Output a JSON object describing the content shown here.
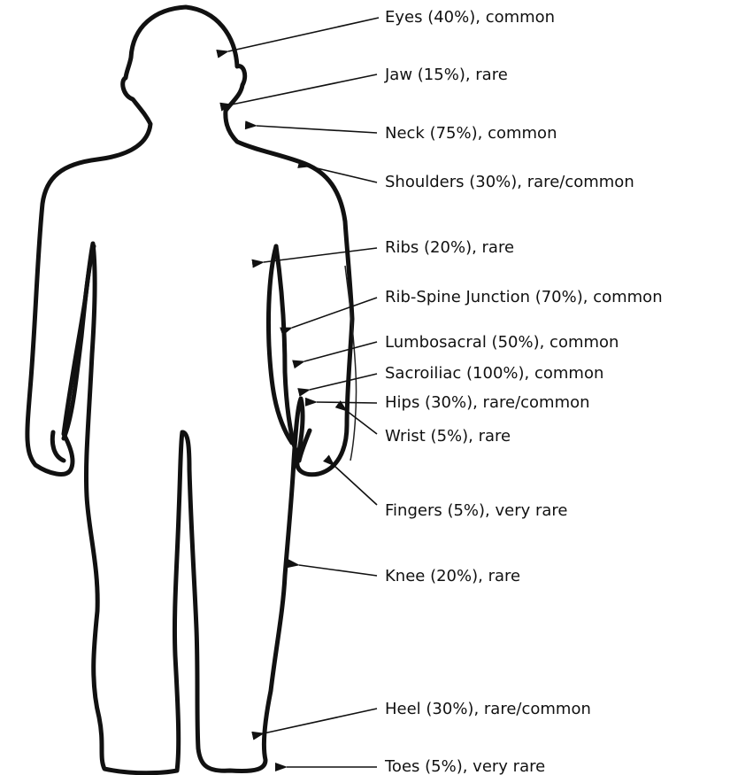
{
  "labels": {
    "eyes": "Eyes (40%), common",
    "jaw": "Jaw (15%), rare",
    "neck": "Neck (75%), common",
    "shoulders": "Shoulders (30%), rare/common",
    "ribs": "Ribs (20%), rare",
    "rib_spine": "Rib-Spine Junction (70%), common",
    "lumbosacral": "Lumbosacral (50%), common",
    "sacroiliac": "Sacroiliac (100%), common",
    "hips": "Hips (30%), rare/common",
    "wrist": "Wrist (5%), rare",
    "fingers": "Fingers (5%), very rare",
    "knee": "Knee (20%), rare",
    "heel": "Heel (30%), rare/common",
    "toes": "Toes (5%), very rare"
  },
  "colors": {
    "line": "#111111",
    "background": "#ffffff"
  }
}
